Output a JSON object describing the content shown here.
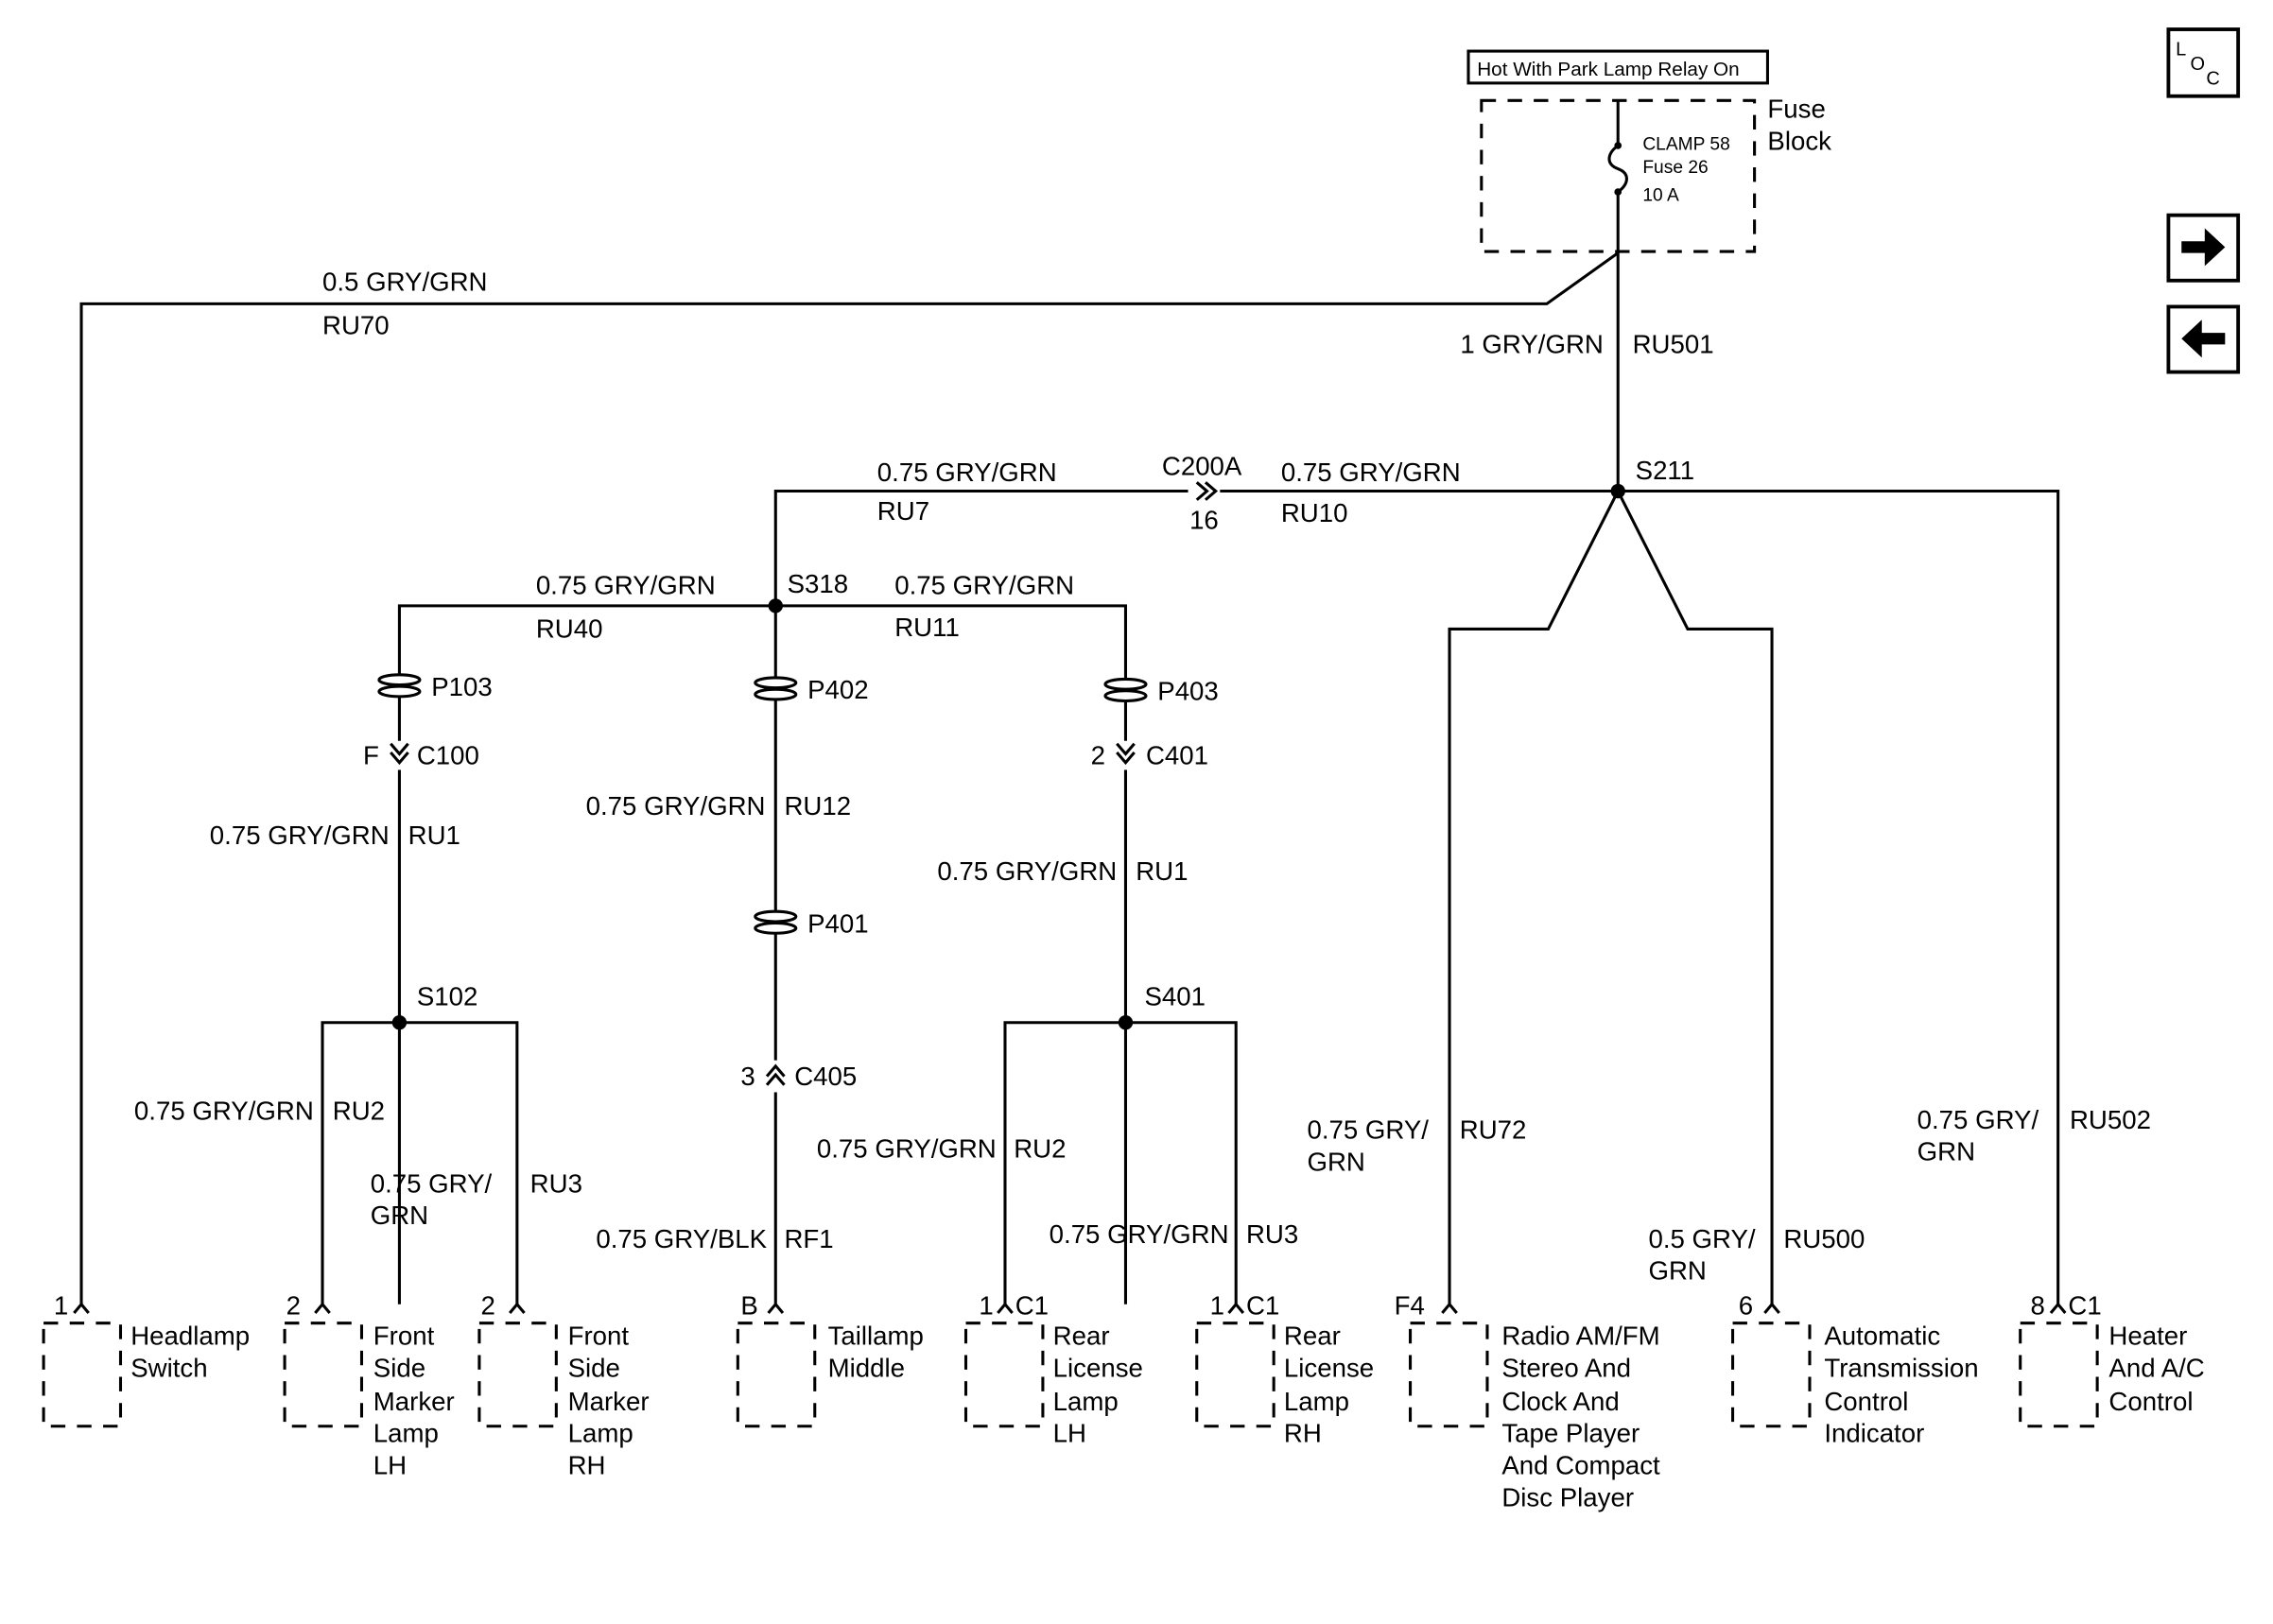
{
  "fuse_block": {
    "header": "Hot With Park Lamp Relay On",
    "label_1": "Fuse",
    "label_2": "Block",
    "clamp": "CLAMP 58",
    "fuse": "Fuse 26",
    "rating": "10 A"
  },
  "nav": {
    "loc_l": "L",
    "loc_o": "O",
    "loc_c": "C",
    "forward_icon": "arrow-right-icon",
    "back_icon": "arrow-left-icon"
  },
  "wires": {
    "w1": "0.5 GRY/GRN",
    "c1": "RU70",
    "w2": "1 GRY/GRN",
    "c2": "RU501",
    "w3": "0.75 GRY/GRN",
    "c3": "RU7",
    "w4": "0.75 GRY/GRN",
    "c4": "RU10",
    "w5": "0.75 GRY/GRN",
    "c5": "RU40",
    "w6": "0.75 GRY/GRN",
    "c6": "RU11",
    "w7": "0.75 GRY/GRN",
    "c7": "RU1",
    "w8": "0.75 GRY/GRN",
    "c8": "RU12",
    "w9": "0.75 GRY/GRN",
    "c9": "RU1",
    "w10": "0.75 GRY/GRN",
    "c10": "RU2",
    "w11a": "0.75 GRY/",
    "w11b": "GRN",
    "c11": "RU3",
    "w12": "0.75 GRY/GRN",
    "c12": "RU2",
    "w13": "0.75 GRY/BLK",
    "c13": "RF1",
    "w14": "0.75 GRY/GRN",
    "c14": "RU3",
    "w15a": "0.75 GRY/",
    "w15b": "GRN",
    "c15": "RU72",
    "w16a": "0.5 GRY/",
    "w16b": "GRN",
    "c16": "RU500",
    "w17a": "0.75 GRY/",
    "w17b": "GRN",
    "c17": "RU502"
  },
  "splices": {
    "s211": "S211",
    "s318": "S318",
    "s102": "S102",
    "s401": "S401"
  },
  "connectors": {
    "c200a": "C200A",
    "c200a_pin": "16",
    "p103": "P103",
    "p402": "P402",
    "p403": "P403",
    "p401": "P401",
    "c100_pin": "F",
    "c100": "C100",
    "c401_pin": "2",
    "c401": "C401",
    "c405_pin": "3",
    "c405": "C405"
  },
  "components": [
    {
      "pin": "1",
      "conn": "",
      "lines": [
        "Headlamp",
        "Switch"
      ]
    },
    {
      "pin": "2",
      "conn": "",
      "lines": [
        "Front",
        "Side",
        "Marker",
        "Lamp",
        "LH"
      ]
    },
    {
      "pin": "2",
      "conn": "",
      "lines": [
        "Front",
        "Side",
        "Marker",
        "Lamp",
        "RH"
      ]
    },
    {
      "pin": "B",
      "conn": "",
      "lines": [
        "Taillamp",
        "Middle"
      ]
    },
    {
      "pin": "1",
      "conn": "C1",
      "lines": [
        "Rear",
        "License",
        "Lamp",
        "LH"
      ]
    },
    {
      "pin": "1",
      "conn": "C1",
      "lines": [
        "Rear",
        "License",
        "Lamp",
        "RH"
      ]
    },
    {
      "pin": "F4",
      "conn": "",
      "lines": [
        "Radio AM/FM",
        "Stereo And",
        "Clock And",
        "Tape Player",
        "And Compact",
        "Disc Player"
      ]
    },
    {
      "pin": "6",
      "conn": "",
      "lines": [
        "Automatic",
        "Transmission",
        "Control",
        "Indicator"
      ]
    },
    {
      "pin": "8",
      "conn": "C1",
      "lines": [
        "Heater",
        "And A/C",
        "Control"
      ]
    }
  ]
}
